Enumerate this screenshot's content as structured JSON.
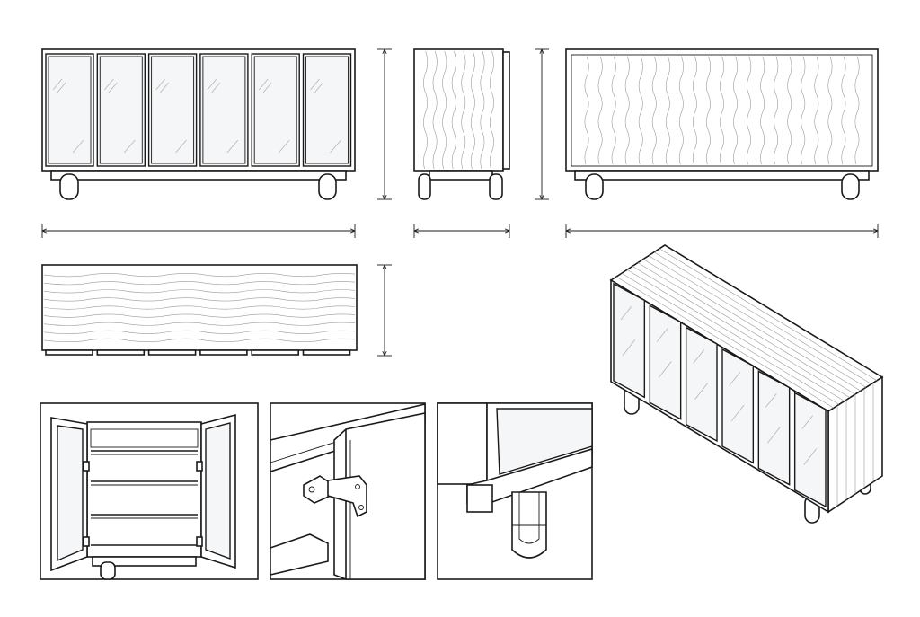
{
  "drawing": {
    "views": [
      "front-elevation",
      "side-elevation",
      "back-elevation",
      "top-plan",
      "isometric",
      "detail-open-doors",
      "detail-hinge",
      "detail-leg"
    ],
    "colors": {
      "line": "#1a1a1a",
      "background": "#ffffff",
      "glass": "#f4f6f7",
      "grain": "#9a9a9a"
    }
  }
}
